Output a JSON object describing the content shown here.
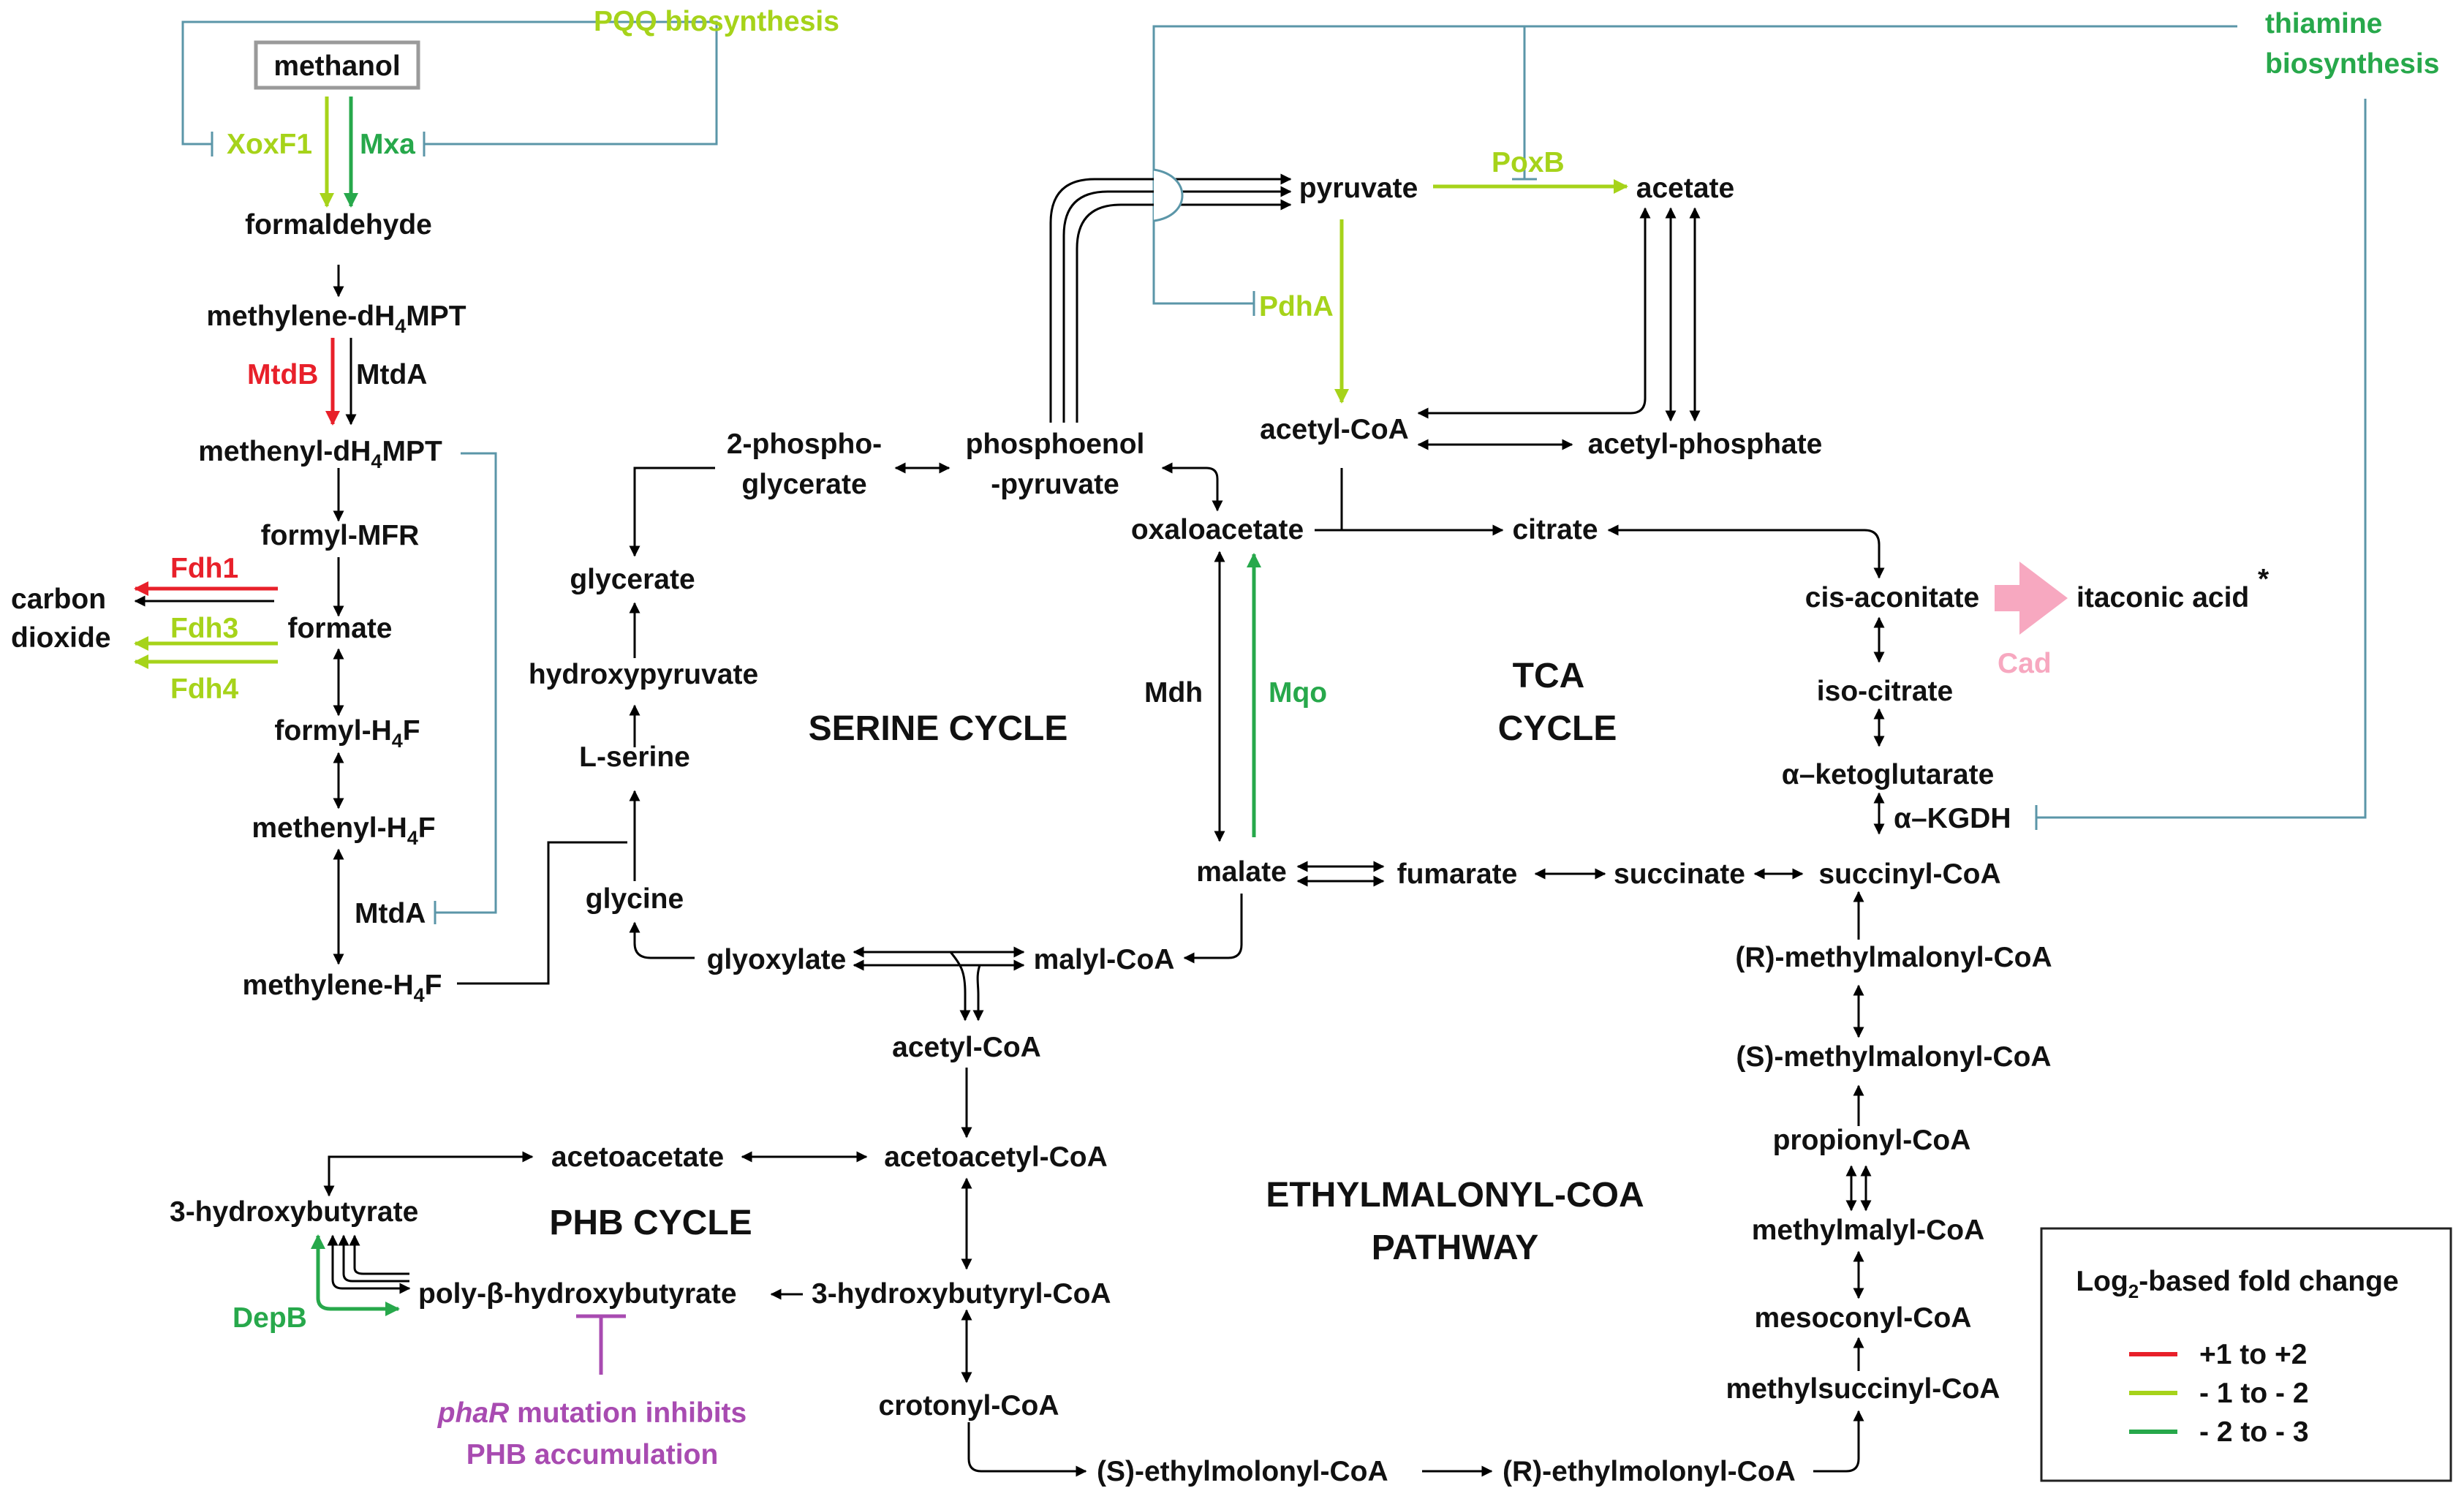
{
  "colors": {
    "red": "#e8202a",
    "lime": "#a6d31a",
    "green": "#27a84b",
    "teal": "#5b96a8",
    "pink": "#f7a8c0",
    "purple": "#a84bb1",
    "black": "#111111"
  },
  "metabolites": {
    "methanol": "methanol",
    "formaldehyde": "formaldehyde",
    "methylene_dH4MPT": "methylene-dH4MPT",
    "methenyl_dH4MPT": "methenyl-dH4MPT",
    "formyl_MFR": "formyl-MFR",
    "carbon": "carbon",
    "dioxide": "dioxide",
    "formate": "formate",
    "formyl_H4F": "formyl-H4F",
    "methenyl_H4F": "methenyl-H4F",
    "methylene_H4F": "methylene-H4F",
    "phospho_glycerate_1": "2-phospho-",
    "phospho_glycerate_2": "glycerate",
    "pep_1": "phosphoenol",
    "pep_2": "-pyruvate",
    "glycerate": "glycerate",
    "hydroxypyruvate": "hydroxypyruvate",
    "l_serine": "L-serine",
    "glycine": "glycine",
    "glyoxylate": "glyoxylate",
    "malyl_coa": "malyl-CoA",
    "acetyl_coa_serine": "acetyl-CoA",
    "acetoacetyl_coa": "acetoacetyl-CoA",
    "acetoacetate": "acetoacetate",
    "hydroxybutyrate": "3-hydroxybutyrate",
    "phb": "poly-β-hydroxybutyrate",
    "hydroxybutyryl_coa": "3-hydroxybutyryl-CoA",
    "crotonyl_coa": "crotonyl-CoA",
    "s_ethylmalonyl": "(S)-ethylmolonyl-CoA",
    "r_ethylmalonyl": "(R)-ethylmolonyl-CoA",
    "pyruvate": "pyruvate",
    "acetate": "acetate",
    "acetyl_coa_tca": "acetyl-CoA",
    "acetyl_phosphate": "acetyl-phosphate",
    "oxaloacetate": "oxaloacetate",
    "citrate": "citrate",
    "cis_aconitate": "cis-aconitate",
    "itaconic_acid": "itaconic acid",
    "asterisk": "*",
    "iso_citrate": "iso-citrate",
    "alpha_ketoglutarate": "α–ketoglutarate",
    "malate": "malate",
    "fumarate": "fumarate",
    "succinate": "succinate",
    "succinyl_coa": "succinyl-CoA",
    "r_methylmalonyl": "(R)-methylmalonyl-CoA",
    "s_methylmalonyl": "(S)-methylmalonyl-CoA",
    "propionyl_coa": "propionyl-CoA",
    "methylmalyl_coa": "methylmalyl-CoA",
    "mesoconyl_coa": "mesoconyl-CoA",
    "methylsuccinyl_coa": "methylsuccinyl-CoA"
  },
  "enzymes": {
    "pqq": "PQQ biosynthesis",
    "xoxf1": "XoxF1",
    "mxa": "Mxa",
    "mtdb": "MtdB",
    "mtda_top": "MtdA",
    "mtda_bottom": "MtdA",
    "fdh1": "Fdh1",
    "fdh3": "Fdh3",
    "fdh4": "Fdh4",
    "thiamine_1": "thiamine",
    "thiamine_2": "biosynthesis",
    "poxb": "PoxB",
    "pdha": "PdhA",
    "mdh": "Mdh",
    "mqo": "Mqo",
    "cad": "Cad",
    "akgdh": "α–KGDH",
    "depb": "DepB"
  },
  "sections": {
    "serine": "SERINE CYCLE",
    "tca_1": "TCA",
    "tca_2": "CYCLE",
    "phb": "PHB CYCLE",
    "emc_1": "ETHYLMALONYL-COA",
    "emc_2": "PATHWAY"
  },
  "phar": {
    "gene": "phaR",
    "rest": " mutation inhibits",
    "line2": "PHB accumulation"
  },
  "legend": {
    "title": "Log2-based fold change",
    "items": [
      {
        "label": "+1 to +2",
        "color": "#e8202a"
      },
      {
        "label": "- 1 to - 2",
        "color": "#a6d31a"
      },
      {
        "label": "- 2 to - 3",
        "color": "#27a84b"
      }
    ]
  }
}
